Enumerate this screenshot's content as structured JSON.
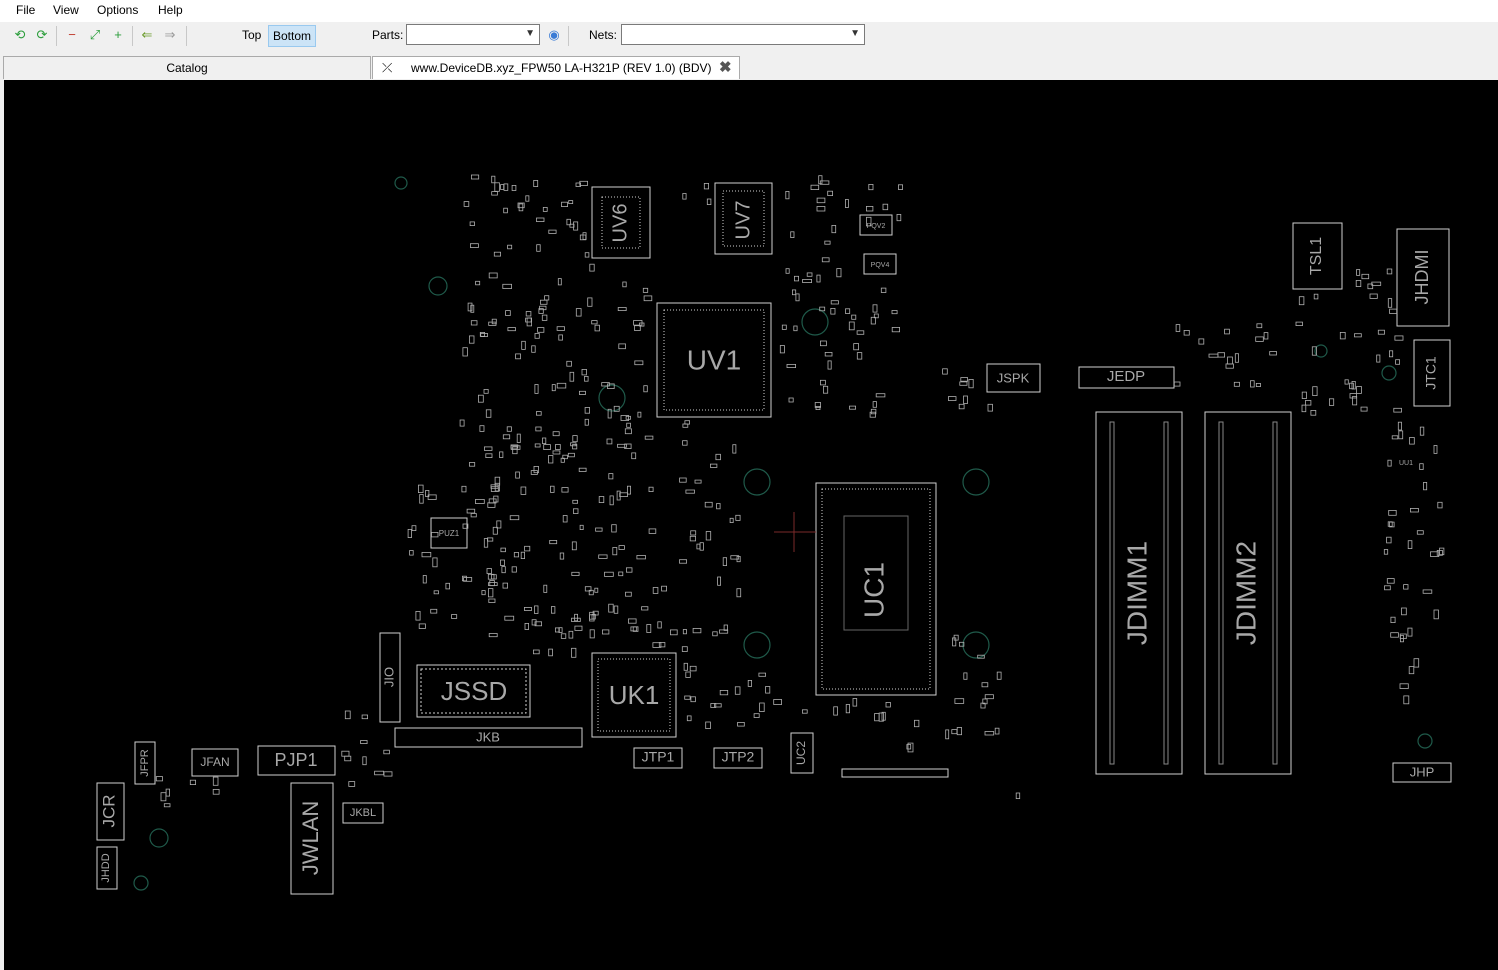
{
  "menu": [
    "File",
    "View",
    "Options",
    "Help"
  ],
  "toolbar": {
    "side_top": "Top",
    "side_bottom": "Bottom",
    "parts_label": "Parts:",
    "parts_value": "",
    "nets_label": "Nets:",
    "nets_value": ""
  },
  "tabs": {
    "catalog": "Catalog",
    "board": "www.DeviceDB.xyz_FPW50 LA-H321P (REV 1.0) (BDV)"
  },
  "components": {
    "uv6": "UV6",
    "uv7": "UV7",
    "uv1": "UV1",
    "uc1": "UC1",
    "uk1": "UK1",
    "jssd": "JSSD",
    "jkb": "JKB",
    "jio": "JIO",
    "jfpr": "JFPR",
    "jfan": "JFAN",
    "pjp1": "PJP1",
    "jwlan": "JWLAN",
    "jkbl": "JKBL",
    "jcr": "JCR",
    "jhdd": "JHDD",
    "jtp1": "JTP1",
    "jtp2": "JTP2",
    "uc2": "UC2",
    "jspk": "JSPK",
    "jedp": "JEDP",
    "jdimm1": "JDIMM1",
    "jdimm2": "JDIMM2",
    "tsl1": "TSL1",
    "jhdmi": "JHDMI",
    "jtc1": "JTC1",
    "jhp": "JHP",
    "puz1": "PUZ1",
    "pqv2": "PQV2",
    "pqv4": "PQV4",
    "uu1": "UU1"
  },
  "colors": {
    "canvas_bg": "#000000",
    "outline": "#cfcfcf",
    "label": "#a8a8a8",
    "via": "#1f5a4a",
    "active_button": "#cce4f7"
  }
}
